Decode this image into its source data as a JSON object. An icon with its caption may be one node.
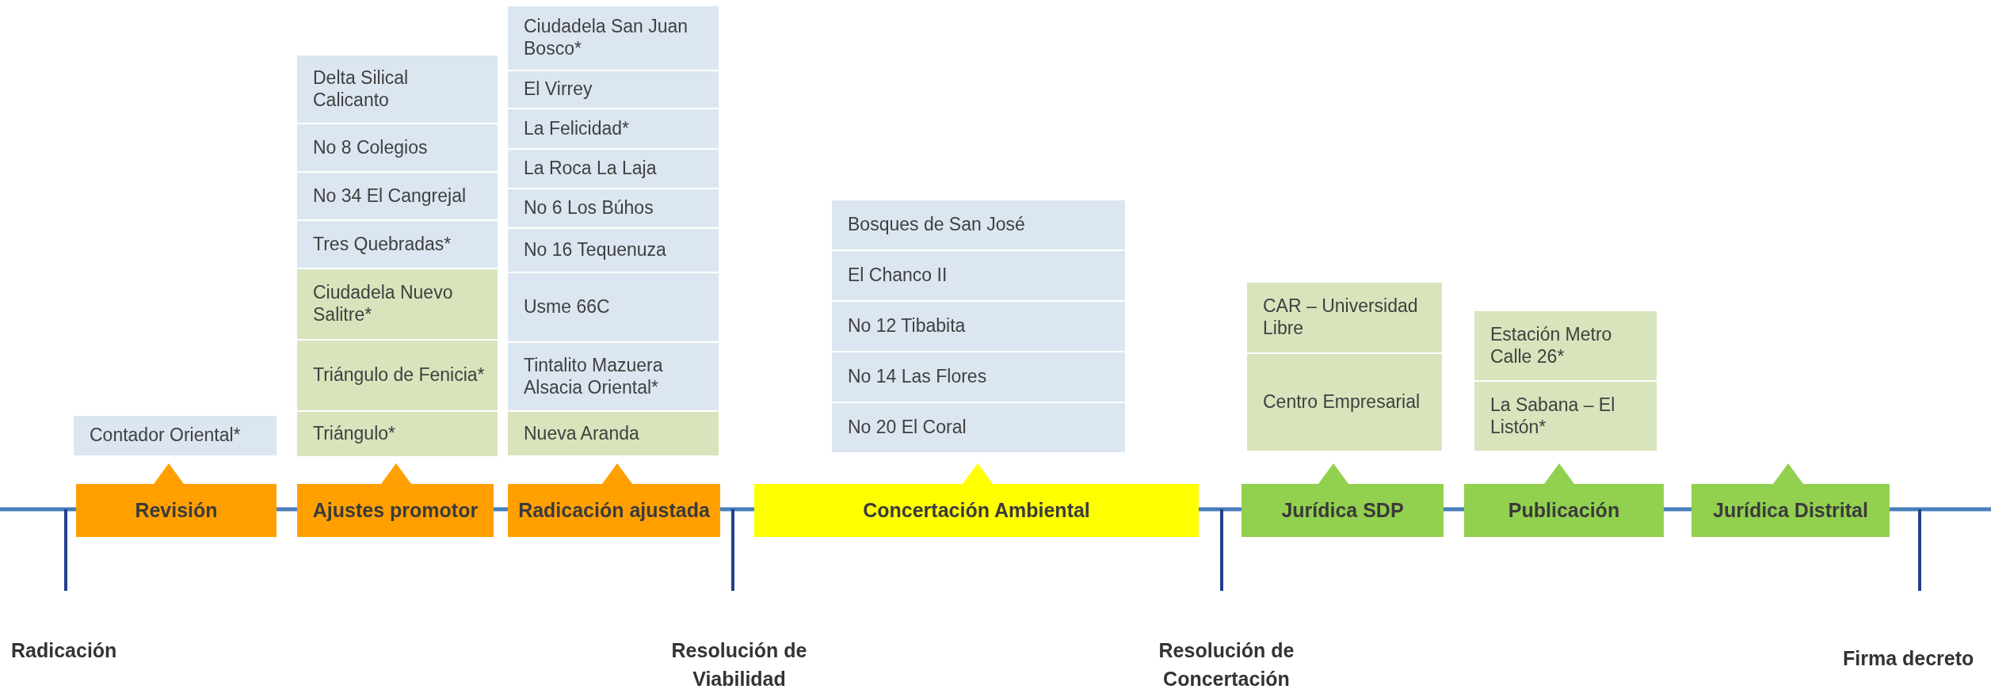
{
  "diagram": {
    "nodes": [
      {
        "text": [
          "Contador Oriental*"
        ]
      },
      {
        "text": [
          "Revisión"
        ]
      },
      {
        "text": [
          "Delta Silical Calicanto"
        ]
      },
      {
        "text": [
          "No 8 Colegios"
        ]
      },
      {
        "text": [
          "No 34 El Cangrejal"
        ]
      },
      {
        "text": [
          "Tres Quebradas*"
        ]
      },
      {
        "text": [
          "Ciudadela Nuevo Salitre*"
        ]
      },
      {
        "text": [
          "Triángulo de Fenicia*"
        ]
      },
      {
        "text": [
          "Triángulo*"
        ]
      },
      {
        "text": [
          "Ajustes promotor"
        ]
      },
      {
        "text": [
          "Ciudadela San Juan Bosco*"
        ]
      },
      {
        "text": [
          "El Virrey"
        ]
      },
      {
        "text": [
          "La Felicidad*"
        ]
      },
      {
        "text": [
          "La Roca La Laja"
        ]
      },
      {
        "text": [
          "No 6 Los Búhos"
        ]
      },
      {
        "text": [
          "No 16 Tequenuza"
        ]
      },
      {
        "text": [
          "Usme 66C"
        ]
      },
      {
        "text": [
          "Tintalito Mazuera Alsacia Oriental*"
        ]
      },
      {
        "text": [
          "Nueva Aranda"
        ]
      },
      {
        "text": [
          "Radicación ajustada"
        ]
      },
      {
        "text": [
          "Bosques de San José"
        ]
      },
      {
        "text": [
          "El Chanco II"
        ]
      },
      {
        "text": [
          "No 12 Tibabita"
        ]
      },
      {
        "text": [
          "No 14 Las Flores"
        ]
      },
      {
        "text": [
          "No 20 El Coral"
        ]
      },
      {
        "text": [
          "Concertación Ambiental"
        ]
      },
      {
        "text": [
          "CAR – Universidad Libre"
        ]
      },
      {
        "text": [
          "Centro Empresarial"
        ]
      },
      {
        "text": [
          "Jurídica SDP"
        ]
      },
      {
        "text": [
          "Estación Metro Calle 26*"
        ]
      },
      {
        "text": [
          "La Sabana – El Listón*"
        ]
      },
      {
        "text": [
          "Publicación"
        ]
      },
      {
        "text": [
          "Jurídica Distrital"
        ]
      }
    ],
    "labels": [
      "Radicación",
      "Resolución de Viabilidad",
      "Resolución de Concertación",
      "Firma decreto"
    ]
  }
}
